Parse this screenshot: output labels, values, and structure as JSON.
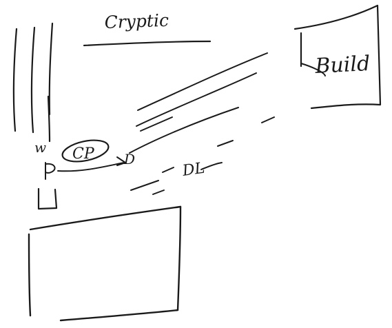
{
  "header": {
    "title": "Cryptic"
  },
  "sketch": {
    "ink_color": "#1a1a1a",
    "background_color": "#ffffff",
    "build_label": "Build",
    "node_glyphs": [
      "w",
      "CP",
      "D",
      "DL"
    ]
  }
}
